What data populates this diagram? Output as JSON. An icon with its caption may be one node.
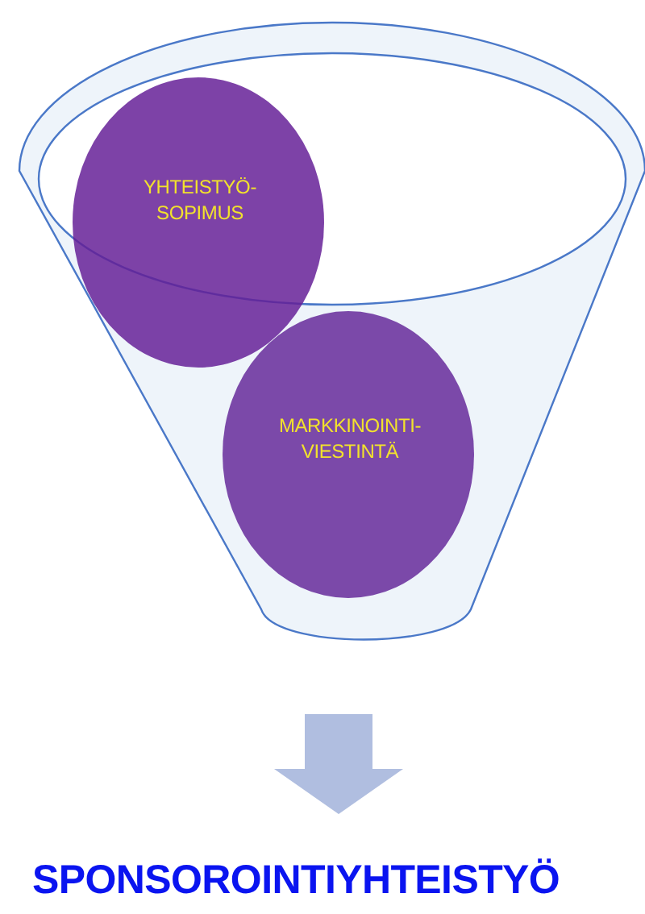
{
  "diagram": {
    "nodes": [
      {
        "text": [],
        "shape": "funnel"
      },
      {
        "text": [
          "YHTEISTYÖ- SOPIMUS"
        ],
        "in": 0
      },
      {
        "text": [
          "MARKKINOINTI- VIESTINTÄ"
        ],
        "in": 0
      },
      {
        "text": [
          "SPONSOROINTIYHTEISTYÖ"
        ]
      }
    ],
    "edges": [
      {
        "from": 0,
        "to": 3,
        "arrow": "to"
      }
    ]
  }
}
